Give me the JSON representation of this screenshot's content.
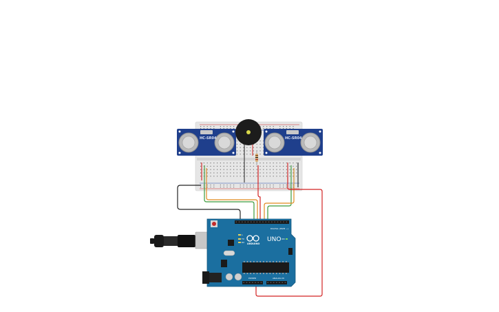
{
  "sensors": [
    {
      "label": "HC-SR04"
    },
    {
      "label": "HC-SR04"
    }
  ],
  "arduino": {
    "logo": "UNO",
    "brand": "ARDUINO",
    "digital_label": "DIGITAL (PWM ~)",
    "power_label": "POWER",
    "analog_label": "ANALOG IN",
    "led_l": "L",
    "led_tx": "TX",
    "led_rx": "RX",
    "on_label": "ON"
  },
  "colors": {
    "breadboard": "#e8e8e8",
    "sensor_board": "#1f3f8c",
    "arduino_board": "#1b6fa0",
    "wire_red": "#d22222",
    "wire_black": "#222222",
    "wire_green": "#3a9a3a",
    "wire_orange": "#e08a1e"
  }
}
